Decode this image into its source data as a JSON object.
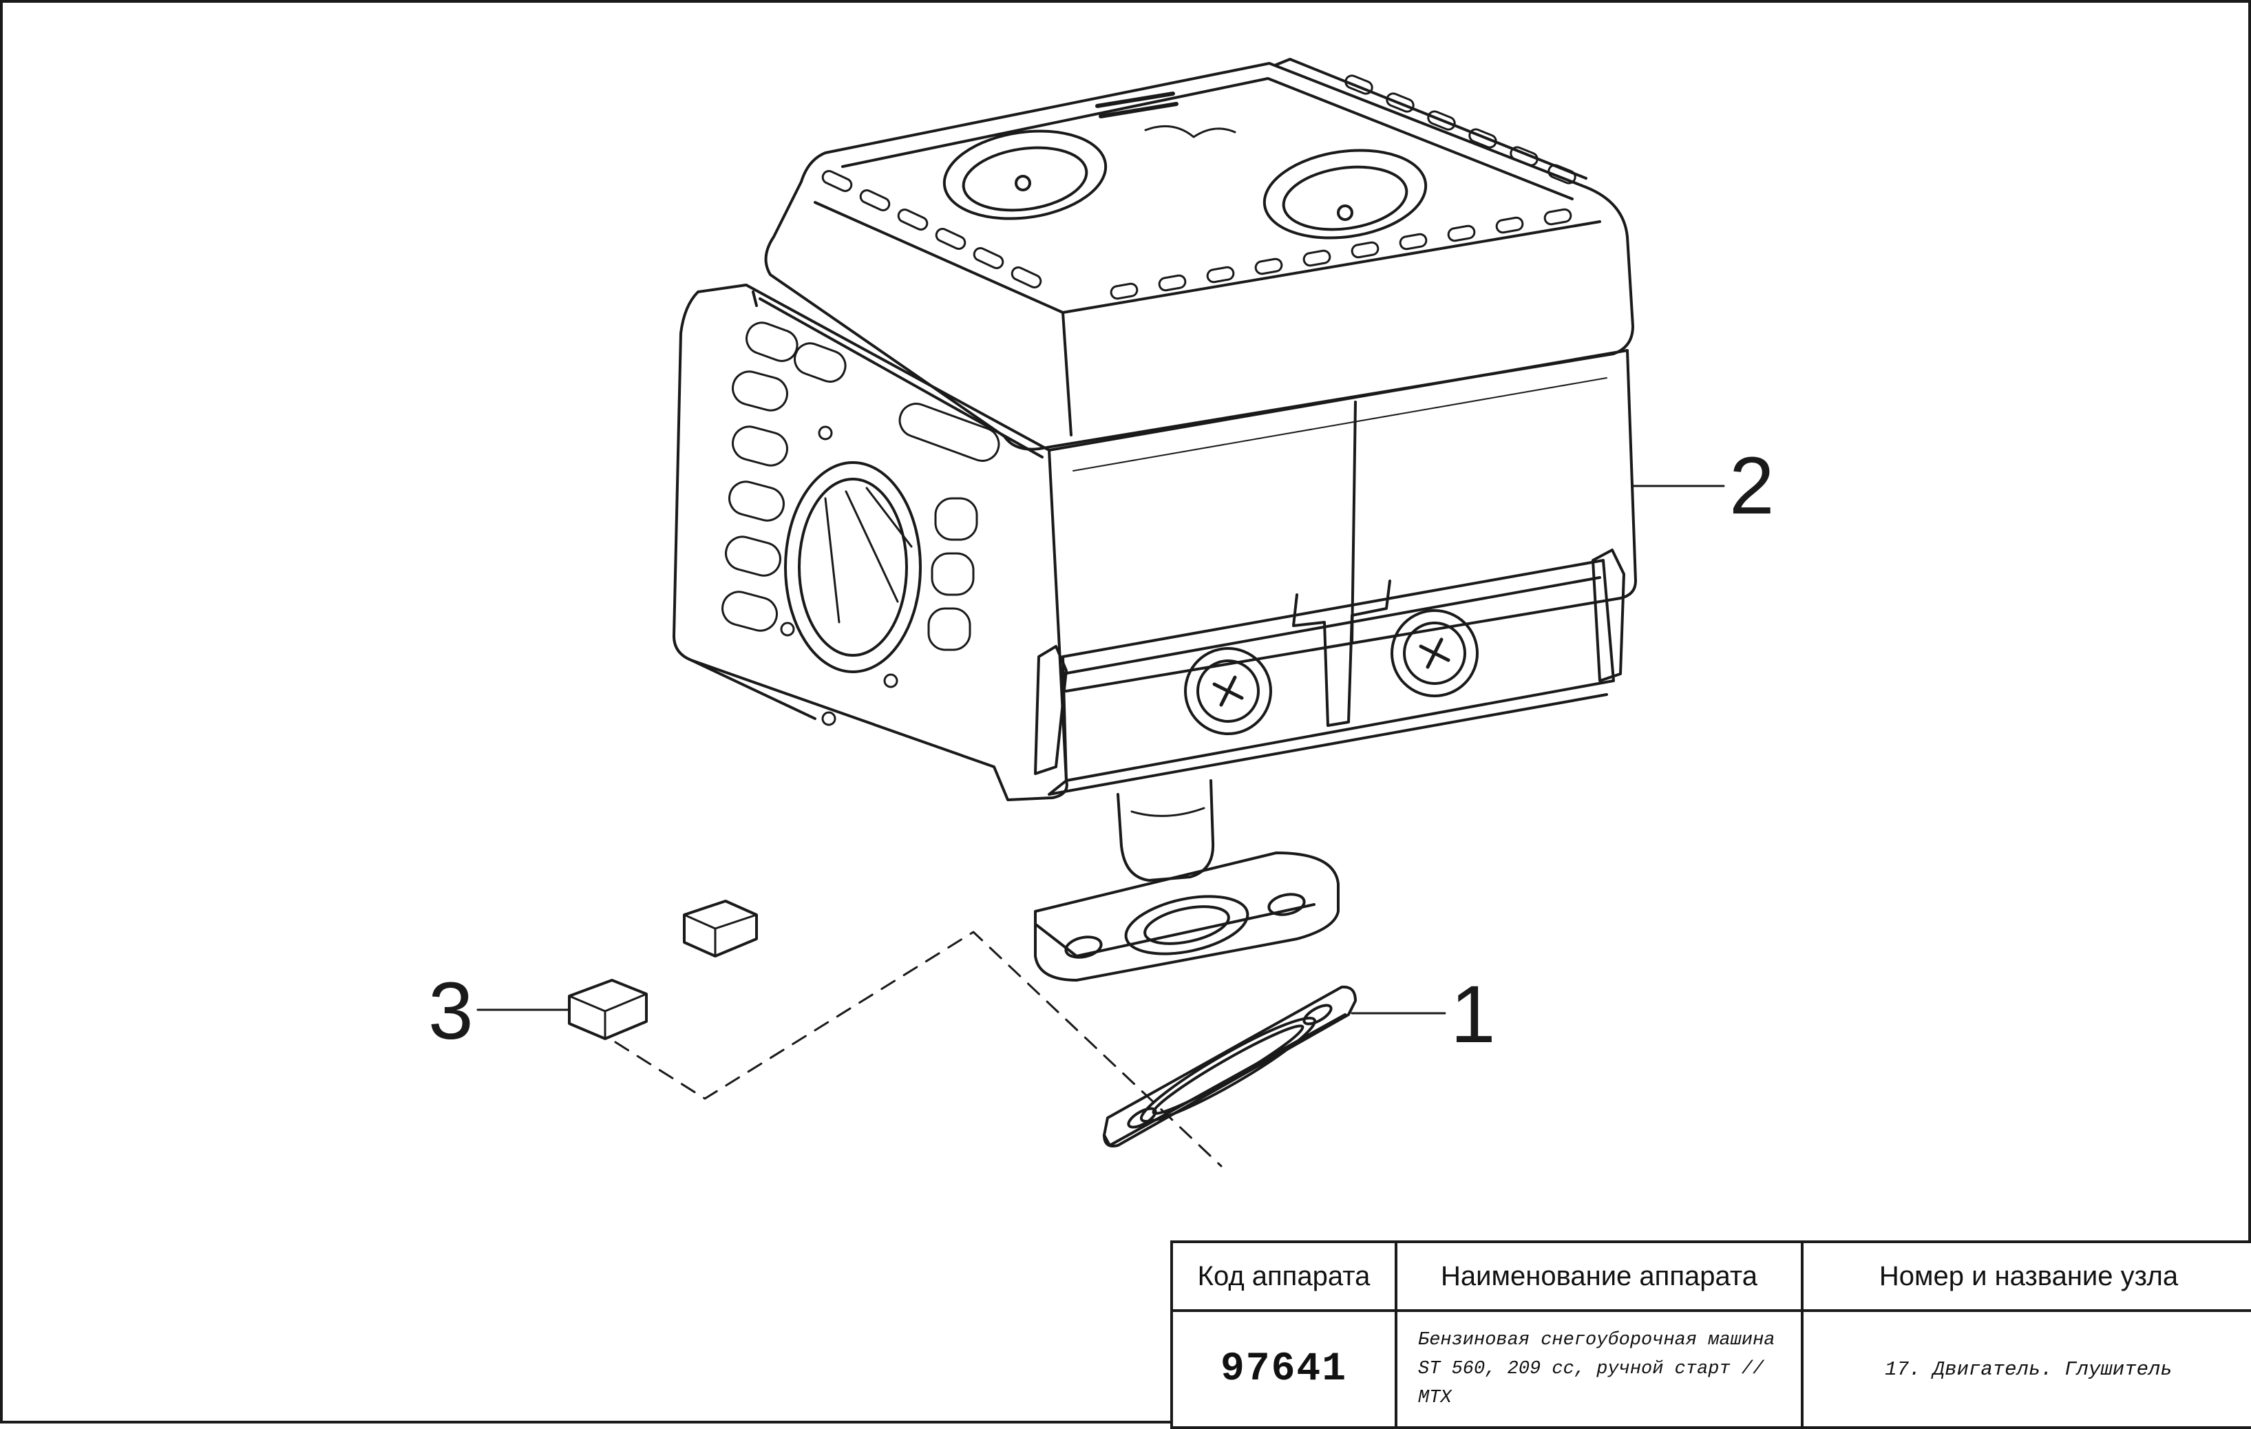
{
  "callouts": {
    "item_1": "1",
    "item_2": "2",
    "item_3": "3"
  },
  "title_block": {
    "headers": {
      "code": "Код аппарата",
      "name": "Наименование аппарата",
      "unit": "Номер и название узла"
    },
    "values": {
      "code": "97641",
      "name_line1": "Бензиновая снегоуборочная машина",
      "name_line2": "ST 560, 209 сс, ручной старт // MTX",
      "unit": "17. Двигатель. Глушитель"
    }
  },
  "colors": {
    "line": "#1a1a1a",
    "background": "#ffffff"
  }
}
